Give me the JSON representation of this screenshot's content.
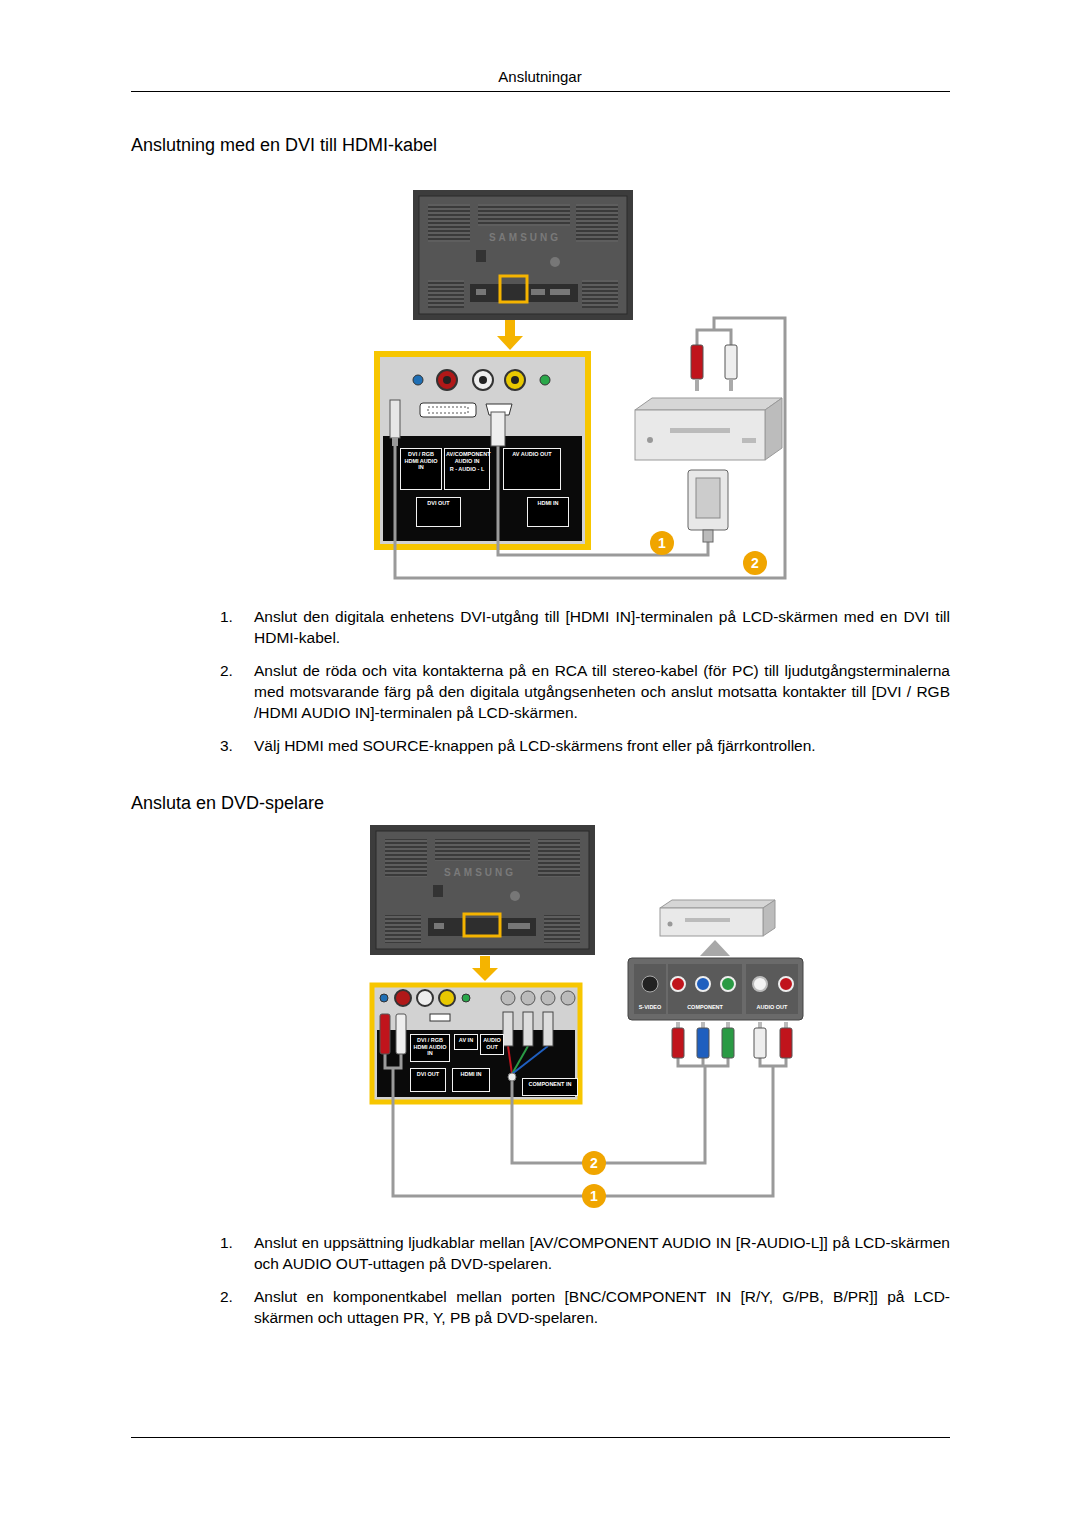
{
  "diagram": {
    "title": "Anslutningar",
    "nodes": [
      {
        "text": [
          "DVI / RGB HDMI AUDIO IN"
        ]
      },
      {
        "text": [
          "AV/COMPONENT AUDIO IN",
          "R - AUDIO - L"
        ]
      },
      {
        "text": [
          "AV AUDIO OUT"
        ]
      },
      {
        "text": [
          "DVI OUT"
        ]
      },
      {
        "text": [
          "HDMI IN"
        ]
      },
      {
        "text": [
          "DVI / RGB HDMI AUDIO IN"
        ]
      },
      {
        "text": [
          "AV IN"
        ]
      },
      {
        "text": [
          "AUDIO OUT"
        ]
      },
      {
        "text": [
          "DVI OUT"
        ]
      },
      {
        "text": [
          "HDMI IN"
        ]
      },
      {
        "text": [
          "COMPONENT IN"
        ]
      }
    ],
    "labels": [
      "Anslutning med en DVI till HDMI-kabel",
      "SAMSUNG",
      "1",
      "2",
      "1.",
      "Anslut den digitala enhetens DVI-utgång till [HDMI IN]-terminalen på LCD-skärmen med en DVI till HDMI-kabel.",
      "2.",
      "Anslut de röda och vita kontakterna på en RCA till stereo-kabel (för PC) till ljudutgångsterminalerna med motsvarande färg på den digitala utgångsenheten och anslut motsatta kontakter till [DVI / RGB /HDMI AUDIO IN]-terminalen på LCD-skärmen.",
      "3.",
      "Välj HDMI med SOURCE-knappen på LCD-skärmens front eller på fjärrkontrollen.",
      "Ansluta en DVD-spelare",
      "SAMSUNG",
      "S-VIDEO",
      "COMPONENT",
      "AUDIO OUT",
      "2",
      "1",
      "1.",
      "Anslut en uppsättning ljudkablar mellan [AV/COMPONENT AUDIO IN [R-AUDIO-L]] på LCD-skärmen och AUDIO OUT-uttagen på DVD-spelaren.",
      "2.",
      "Anslut en komponentkabel mellan porten [BNC/COMPONENT IN [R/Y, G/PB, B/PR]] på LCD-skärmen och uttagen PR, Y, PB på DVD-spelaren."
    ]
  }
}
